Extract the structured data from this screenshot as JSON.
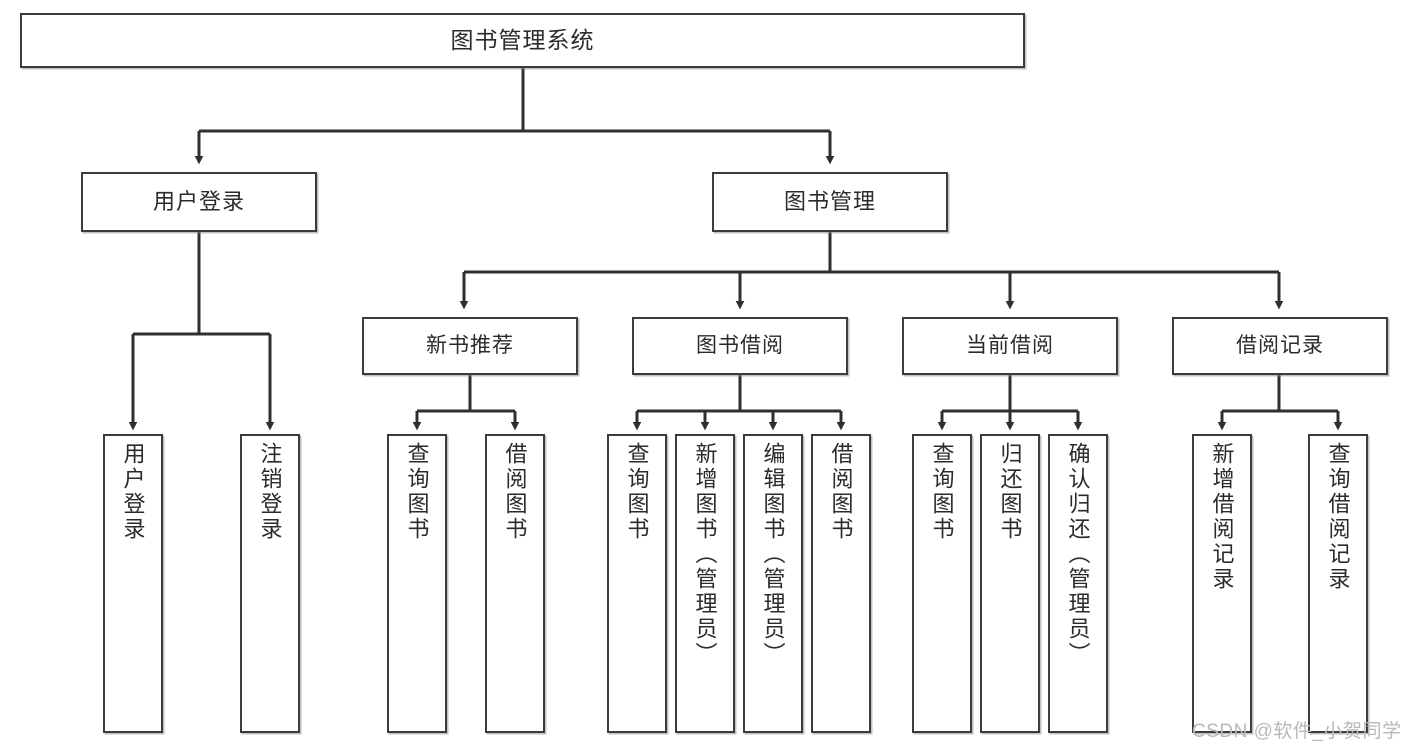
{
  "diagram": {
    "type": "tree-hierarchy",
    "title": "图书管理系统",
    "watermark": "CSDN @软件_小贺同学",
    "colors": {
      "box_border": "#3c3c3c",
      "box_fill": "#ffffff",
      "line": "#2f2f2f",
      "text": "#2b2b2b",
      "watermark": "#b9b9b9",
      "background": "#ffffff"
    },
    "root": {
      "label": "图书管理系统"
    },
    "level2": [
      {
        "label": "用户登录"
      },
      {
        "label": "图书管理"
      }
    ],
    "level3": [
      {
        "label": "新书推荐"
      },
      {
        "label": "图书借阅"
      },
      {
        "label": "当前借阅"
      },
      {
        "label": "借阅记录"
      }
    ],
    "leaves": {
      "user_login": [
        {
          "label": "用户登录"
        },
        {
          "label": "注销登录"
        }
      ],
      "new_book_recommend": [
        {
          "label": "查询图书"
        },
        {
          "label": "借阅图书"
        }
      ],
      "book_borrow": [
        {
          "label": "查询图书"
        },
        {
          "label": "新增图书（管理员）"
        },
        {
          "label": "编辑图书（管理员）"
        },
        {
          "label": "借阅图书"
        }
      ],
      "current_borrow": [
        {
          "label": "查询图书"
        },
        {
          "label": "归还图书"
        },
        {
          "label": "确认归还（管理员）"
        }
      ],
      "borrow_record": [
        {
          "label": "新增借阅记录"
        },
        {
          "label": "查询借阅记录"
        }
      ]
    }
  }
}
